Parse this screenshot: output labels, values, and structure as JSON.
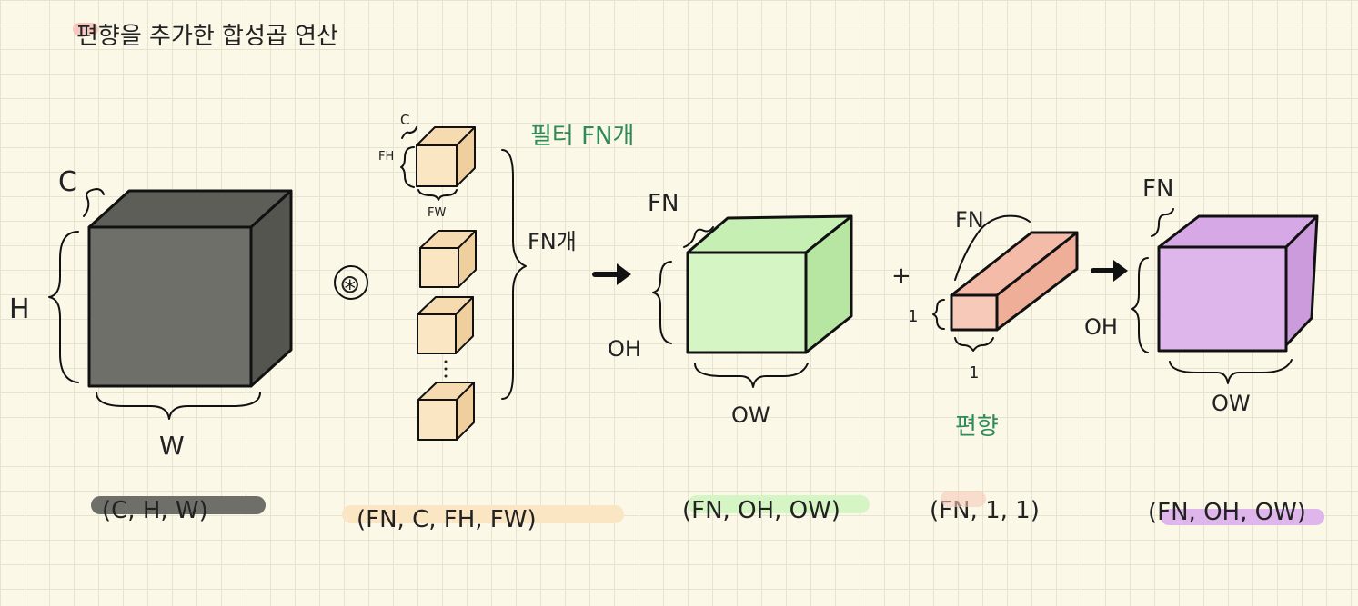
{
  "title": "편향을 추가한 합성곱 연산",
  "input": {
    "channel": "C",
    "height": "H",
    "width": "W",
    "shape": "(C, H, W)"
  },
  "operator": "⊛",
  "filter": {
    "channel": "C",
    "fh": "FH",
    "fw": "FW",
    "count": "FN개",
    "note": "필터 FN개",
    "shape": "(FN, C, FH, FW)"
  },
  "output": {
    "fn": "FN",
    "oh": "OH",
    "ow": "OW",
    "shape": "(FN, OH, OW)"
  },
  "plus": "+",
  "bias": {
    "fn": "FN",
    "one_a": "1",
    "one_b": "1",
    "label": "편향",
    "shape": "(FN, 1, 1)"
  },
  "result": {
    "fn": "FN",
    "oh": "OH",
    "ow": "OW",
    "shape": "(FN, OH, OW)"
  },
  "colors": {
    "input": "#6f6f6a",
    "filter": "#fbe6c4",
    "output": "#d5f5c5",
    "bias": "#f7c9b9",
    "result": "#dfb6ec",
    "accent_text": "#2e8b57"
  }
}
